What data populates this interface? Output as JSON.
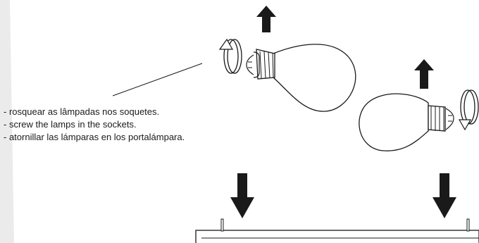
{
  "instructions": {
    "pt": "- rosquear as lâmpadas nos soquetes.",
    "en": "- screw the lamps in the sockets.",
    "es": "- atornillar las lámparas en los portalámpara."
  },
  "icons": {
    "bulb": "light-bulb-icon",
    "rotation": "rotation-arrow-icon",
    "up": "arrow-up-icon",
    "down": "arrow-down-icon"
  },
  "colors": {
    "line": "#1a1a1a",
    "side_band": "#ebebeb"
  }
}
